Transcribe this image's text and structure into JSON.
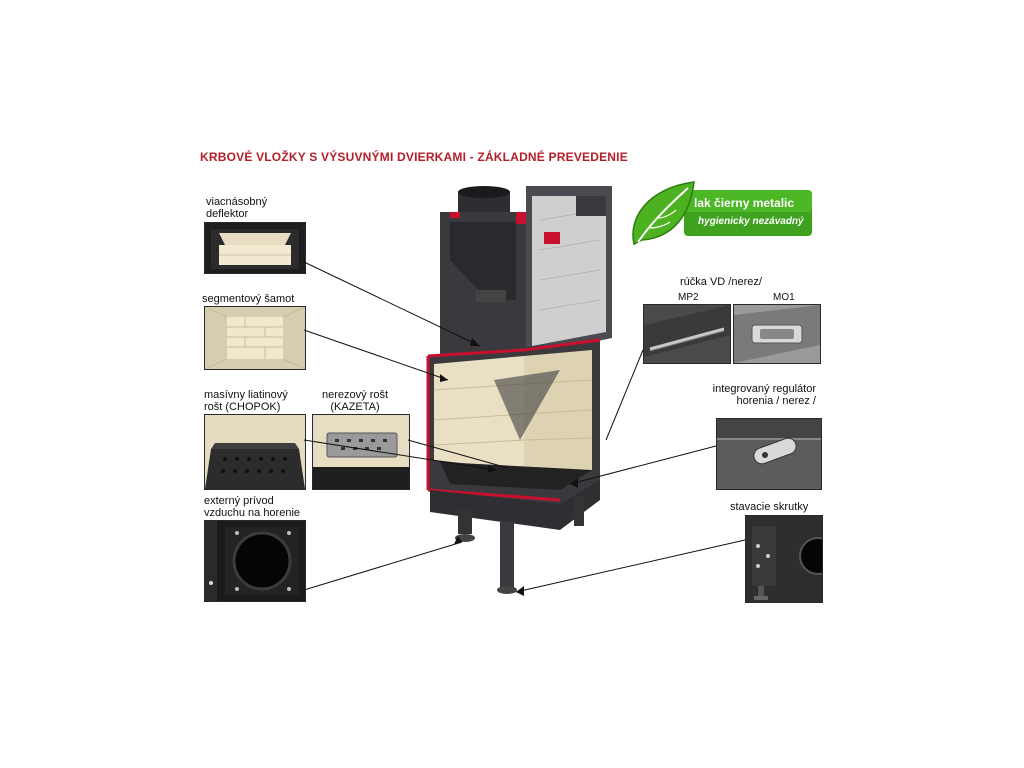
{
  "title": "KRBOVÉ VLOŽKY S VÝSUVNÝMI DVIERKAMI - ZÁKLADNÉ PREVEDENIE",
  "badge": {
    "line1": "lak čierny metalic",
    "line2": "hygienicky nezávadný",
    "accent": "#3fa21e",
    "icon": "leaf-icon"
  },
  "labels": {
    "deflector": [
      "viacnásobný",
      "deflektor"
    ],
    "samot": [
      "segmentový šamot"
    ],
    "rost_cast": [
      "masívny liatinový",
      "rošt (CHOPOK)"
    ],
    "rost_steel": [
      "nerezový rošt",
      "(KAZETA)"
    ],
    "air": [
      "externý prívod",
      "vzduchu na horenie"
    ],
    "handle": [
      "rúčka VD /nerez/"
    ],
    "mp2": "MP2",
    "mo1": "MO1",
    "regulator": [
      "integrovaný regulátor",
      "horenia / nerez /"
    ],
    "screws": [
      "stavacie skrutky"
    ]
  },
  "colors": {
    "title": "#b51f2a",
    "body": "#3a3a3e",
    "red": "#c8102e",
    "chamotte": "#e9dfc3"
  }
}
